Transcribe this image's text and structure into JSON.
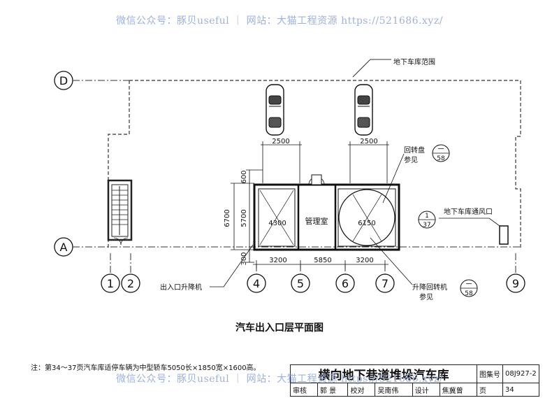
{
  "watermark": "微信公众号：豚贝useful ｜ 网站：大猫工程资源 https://521686.xyz/",
  "axes": {
    "D": "D",
    "A": "A",
    "n1": "1",
    "n2": "2",
    "n4": "4",
    "n5": "5",
    "n6": "6",
    "n7": "7",
    "n9": "9"
  },
  "labels": {
    "range": "地下车库范围",
    "turntable": "回转盘",
    "see1": "参见",
    "vent": "地下车库通风口",
    "lift": "出入口升降机",
    "lift_turn": "升降回转机",
    "see2": "参见",
    "office": "管理室"
  },
  "refs": {
    "turntable_top": "一",
    "turntable_bottom": "58",
    "vent_top": "1",
    "vent_bottom": "37",
    "lift_turn_top": "一",
    "lift_turn_bottom": "58"
  },
  "dims": {
    "w2500a": "2500",
    "w2500b": "2500",
    "h600": "600",
    "h5700": "5700",
    "h6700": "6700",
    "h300": "300",
    "w4300": "4300",
    "w6150": "6150",
    "w3200a": "3200",
    "w5850": "5850",
    "w3200b": "3200"
  },
  "caption": "汽车出入口层平面图",
  "note": "注：第34～37页汽车库适停车辆为中型轿车5050长×1850宽×1600高。",
  "titleblock": {
    "title": "横向地下巷道堆垛汽车库",
    "atlas_label": "图集号",
    "atlas_no": "08J927-2",
    "review": "审核",
    "reviewer": "郭 景",
    "check": "校对",
    "checker": "吴南伟",
    "design": "设计",
    "designer": "焦冀曾",
    "page_label": "页",
    "page_no": "34"
  }
}
